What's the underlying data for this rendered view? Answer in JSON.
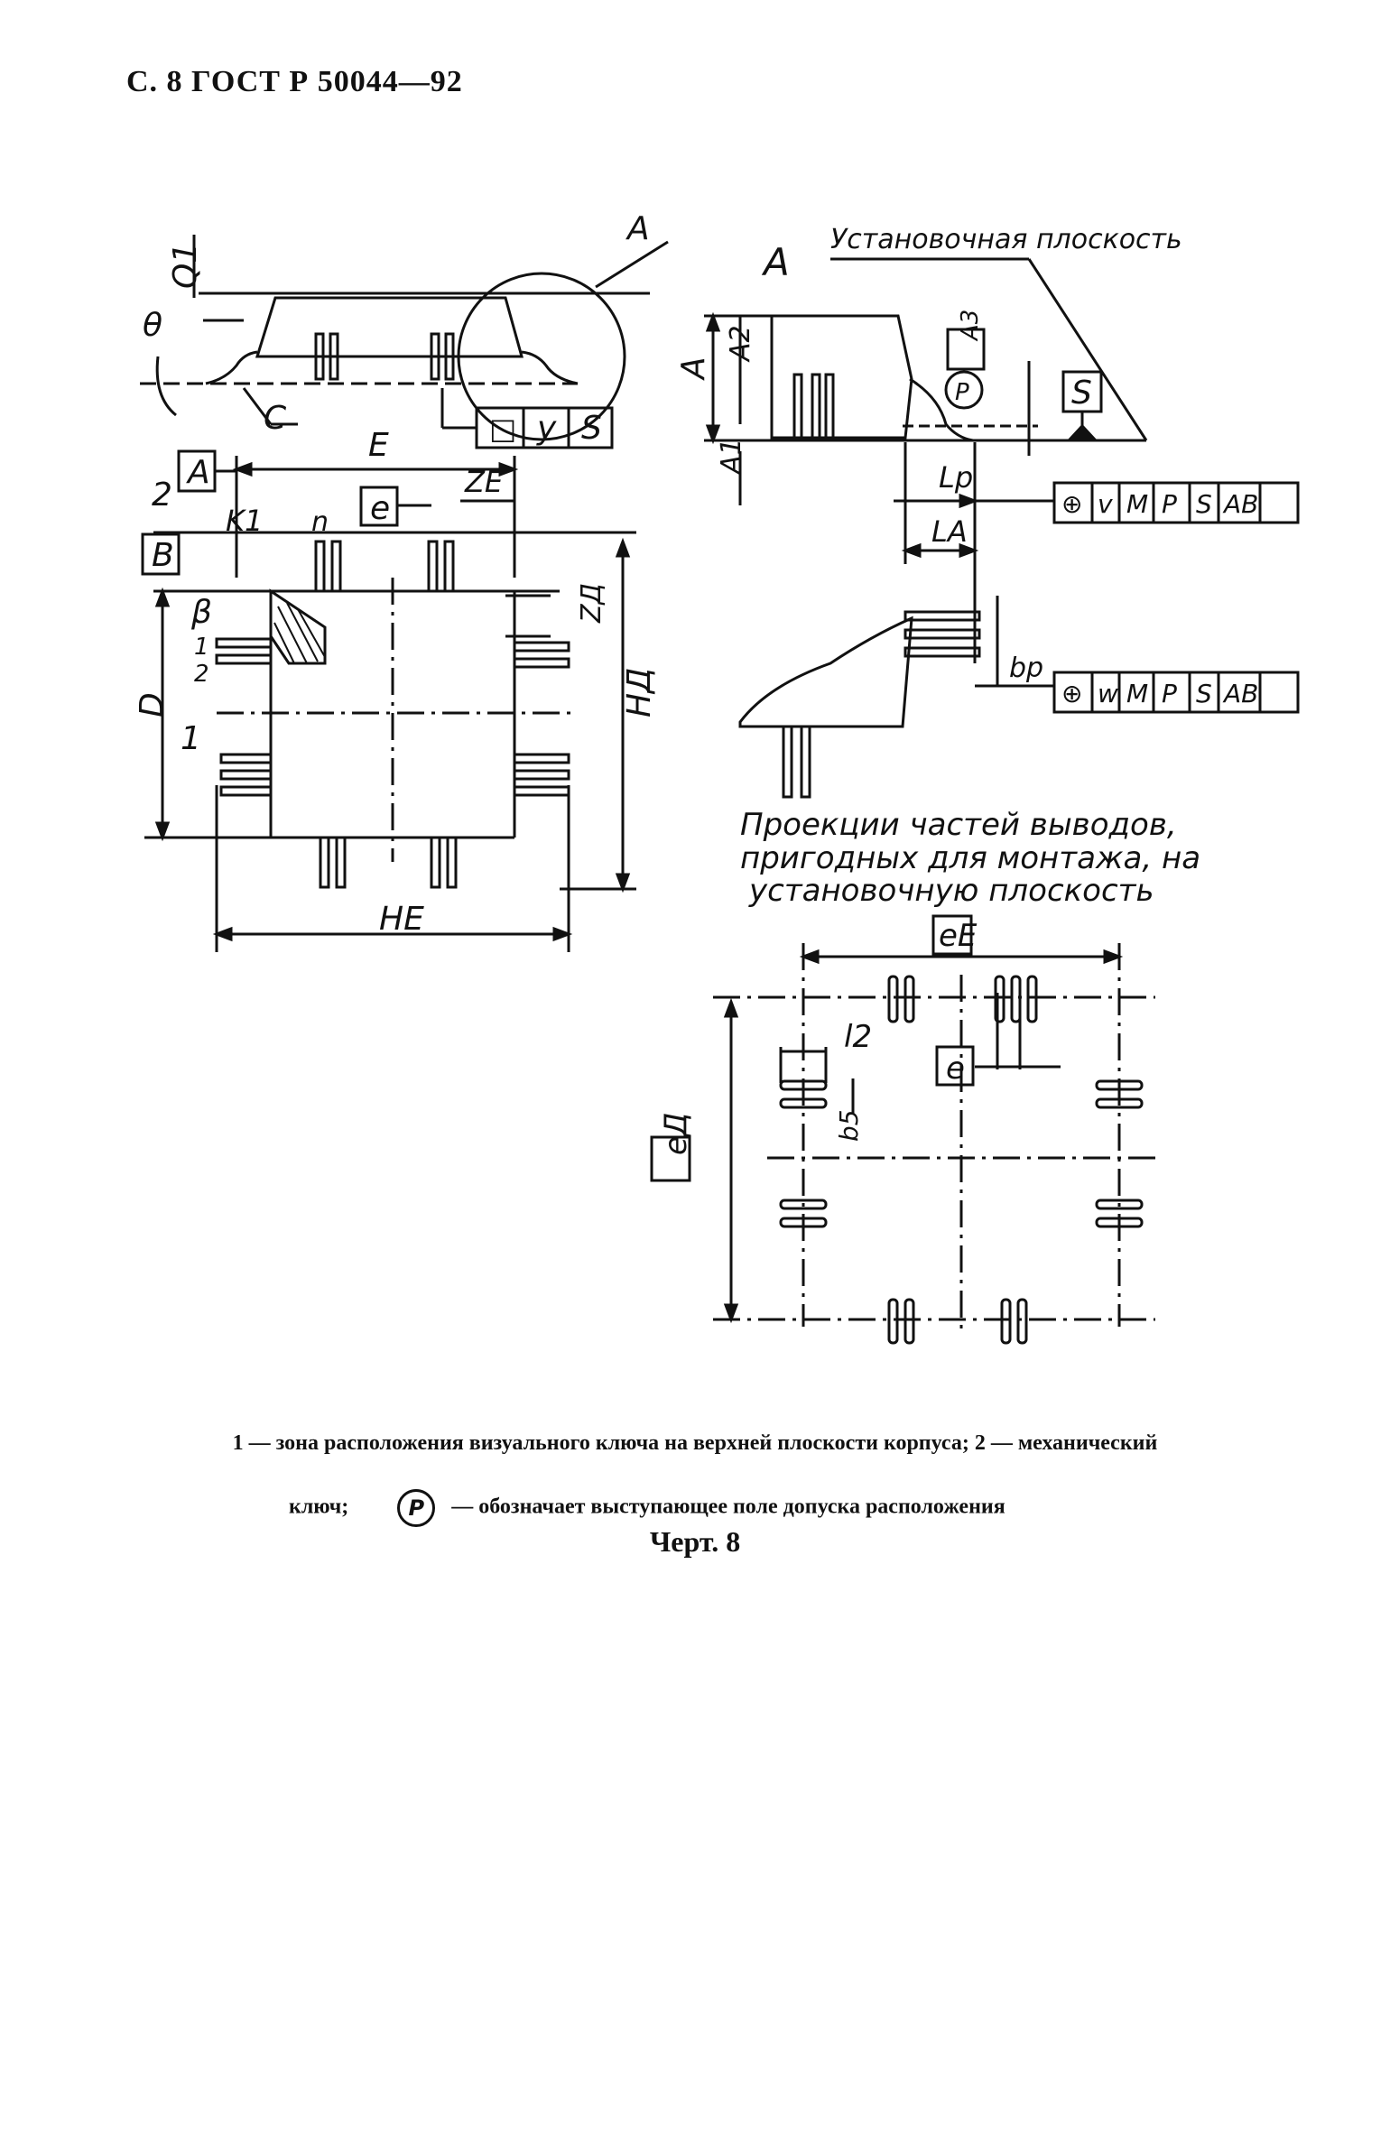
{
  "header": {
    "text": "С. 8 ГОСТ Р 50044—92"
  },
  "drawing": {
    "labels": {
      "q1": "Q1",
      "theta": "θ",
      "c": "C",
      "a_circle": "A",
      "e_dim": "E",
      "datum_a": "A",
      "datum_b": "B",
      "two": "2",
      "k1": "K1",
      "n": "n",
      "e_box": "e",
      "ze": "ZE",
      "beta": "β",
      "one_a": "1",
      "two_b": "2",
      "one_b": "1",
      "d": "D",
      "zd": "ZД",
      "hd": "HД",
      "he": "HE",
      "flat_u": "□",
      "flat_y": "y",
      "flat_s": "S",
      "detail_a": "A",
      "mount_plane": "Установочная плоскость",
      "a_dim": "A",
      "a2": "A2",
      "a1": "A1",
      "a3": "A3",
      "p_circle": "P",
      "s_box": "S",
      "lp": "Lp",
      "la": "LA",
      "bp": "bp",
      "ctrl1": [
        "⊕",
        "v",
        "M",
        "P",
        "S",
        "AB"
      ],
      "ctrl2": [
        "⊕",
        "w",
        "M",
        "P",
        "S",
        "AB"
      ],
      "proj_line1": "Проекции частей выводов,",
      "proj_line2": "пригодных для монтажа, на",
      "proj_line3": "установочную плоскость",
      "ee": "eE",
      "l2": "l2",
      "e_box2": "e",
      "b5": "b5",
      "ed": "eД"
    }
  },
  "caption": {
    "line1": "1 — зона расположения визуального ключа на верхней плоскости корпуса; 2 — механический",
    "line2_a": "ключ;",
    "symbol": "P",
    "line2_b": "— обозначает выступающее поле допуска расположения",
    "figure": "Черт. 8"
  }
}
